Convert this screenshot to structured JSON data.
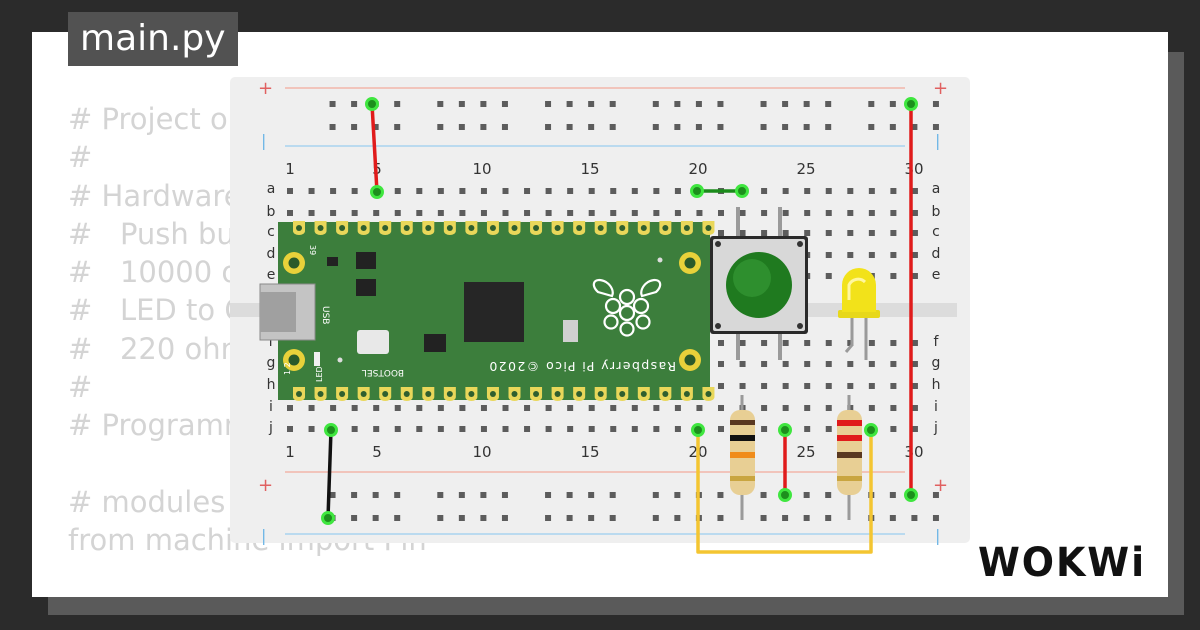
{
  "editor": {
    "tab_title": "main.py",
    "code_lines": [
      "# Project o",
      "#",
      "# Hardware",
      "#   Push bu",
      "#   10000 o",
      "#   LED to G",
      "#   220 ohm",
      "#",
      "# Programm",
      "",
      "# modules",
      "from machine import Pin"
    ]
  },
  "breadboard": {
    "column_numbers": [
      "1",
      "5",
      "10",
      "15",
      "20",
      "25",
      "30"
    ],
    "row_letters_top": [
      "a",
      "b",
      "c",
      "d",
      "e"
    ],
    "row_letters_bottom": [
      "f",
      "g",
      "h",
      "i",
      "j"
    ],
    "rail_plus": "+",
    "rail_minus": "|"
  },
  "pico": {
    "label_usb": "USB",
    "label_bootsel": "BOOTSEL",
    "label_led": "LED",
    "label_gp": "39",
    "label_pins": "1 2",
    "board_name": "Raspberry Pi Pico ©2020"
  },
  "brand": {
    "logo_text": "WOKWi"
  },
  "colors": {
    "background": "#2b2b2b",
    "card": "#ffffff",
    "breadboard": "#efefef",
    "pico_green": "#3c7e3c",
    "wire_red": "#e01b1b",
    "wire_yellow": "#f4c531",
    "wire_black": "#111111",
    "wire_green": "#1b8b1b",
    "led_yellow": "#f2e21a",
    "button_green": "#1f7a1f"
  }
}
